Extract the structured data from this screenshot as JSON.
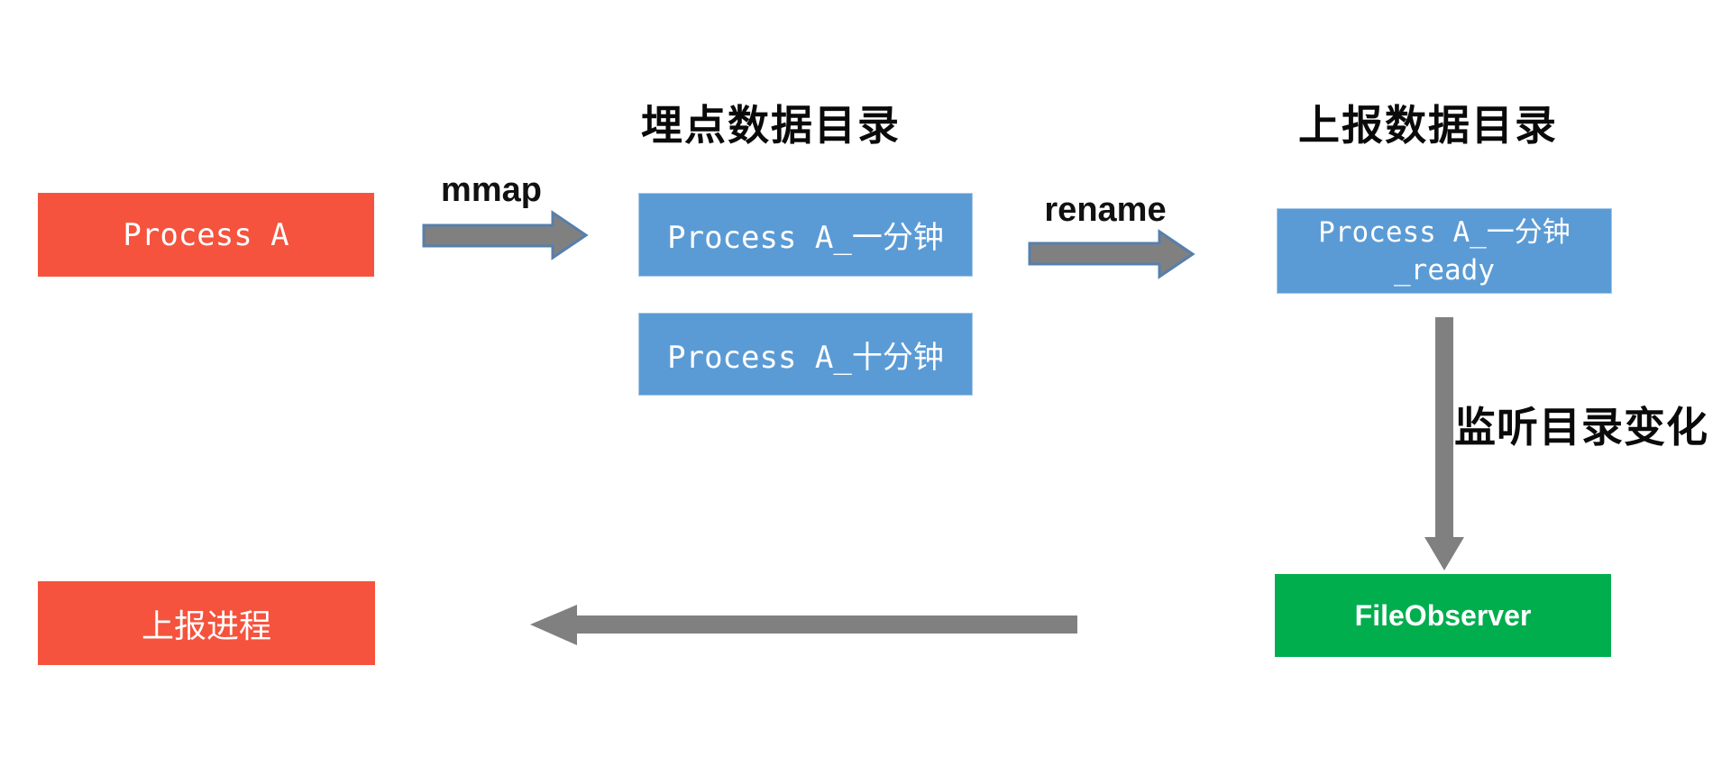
{
  "titles": {
    "tracking": "埋点数据目录",
    "reporting": "上报数据目录"
  },
  "nodes": {
    "process_a": {
      "label": "Process A"
    },
    "minute1": {
      "label": "Process A_一分钟"
    },
    "minute10": {
      "label": "Process A_十分钟"
    },
    "ready": {
      "line1": "Process A_一分钟",
      "line2": "_ready"
    },
    "file_observer": {
      "label": "FileObserver"
    },
    "report_process": {
      "label": "上报进程"
    }
  },
  "edges": {
    "mmap": {
      "label": "mmap"
    },
    "rename": {
      "label": "rename"
    },
    "watch": {
      "label": "监听目录变化"
    }
  },
  "colors": {
    "node_red": "#F5533D",
    "node_blue": "#5B9BD5",
    "node_green": "#00AE4E",
    "arrow_gray": "#808080",
    "arrow_outline": "#567FAC",
    "node_text": "#FFFFFF",
    "label_text": "#0A0A0A"
  }
}
